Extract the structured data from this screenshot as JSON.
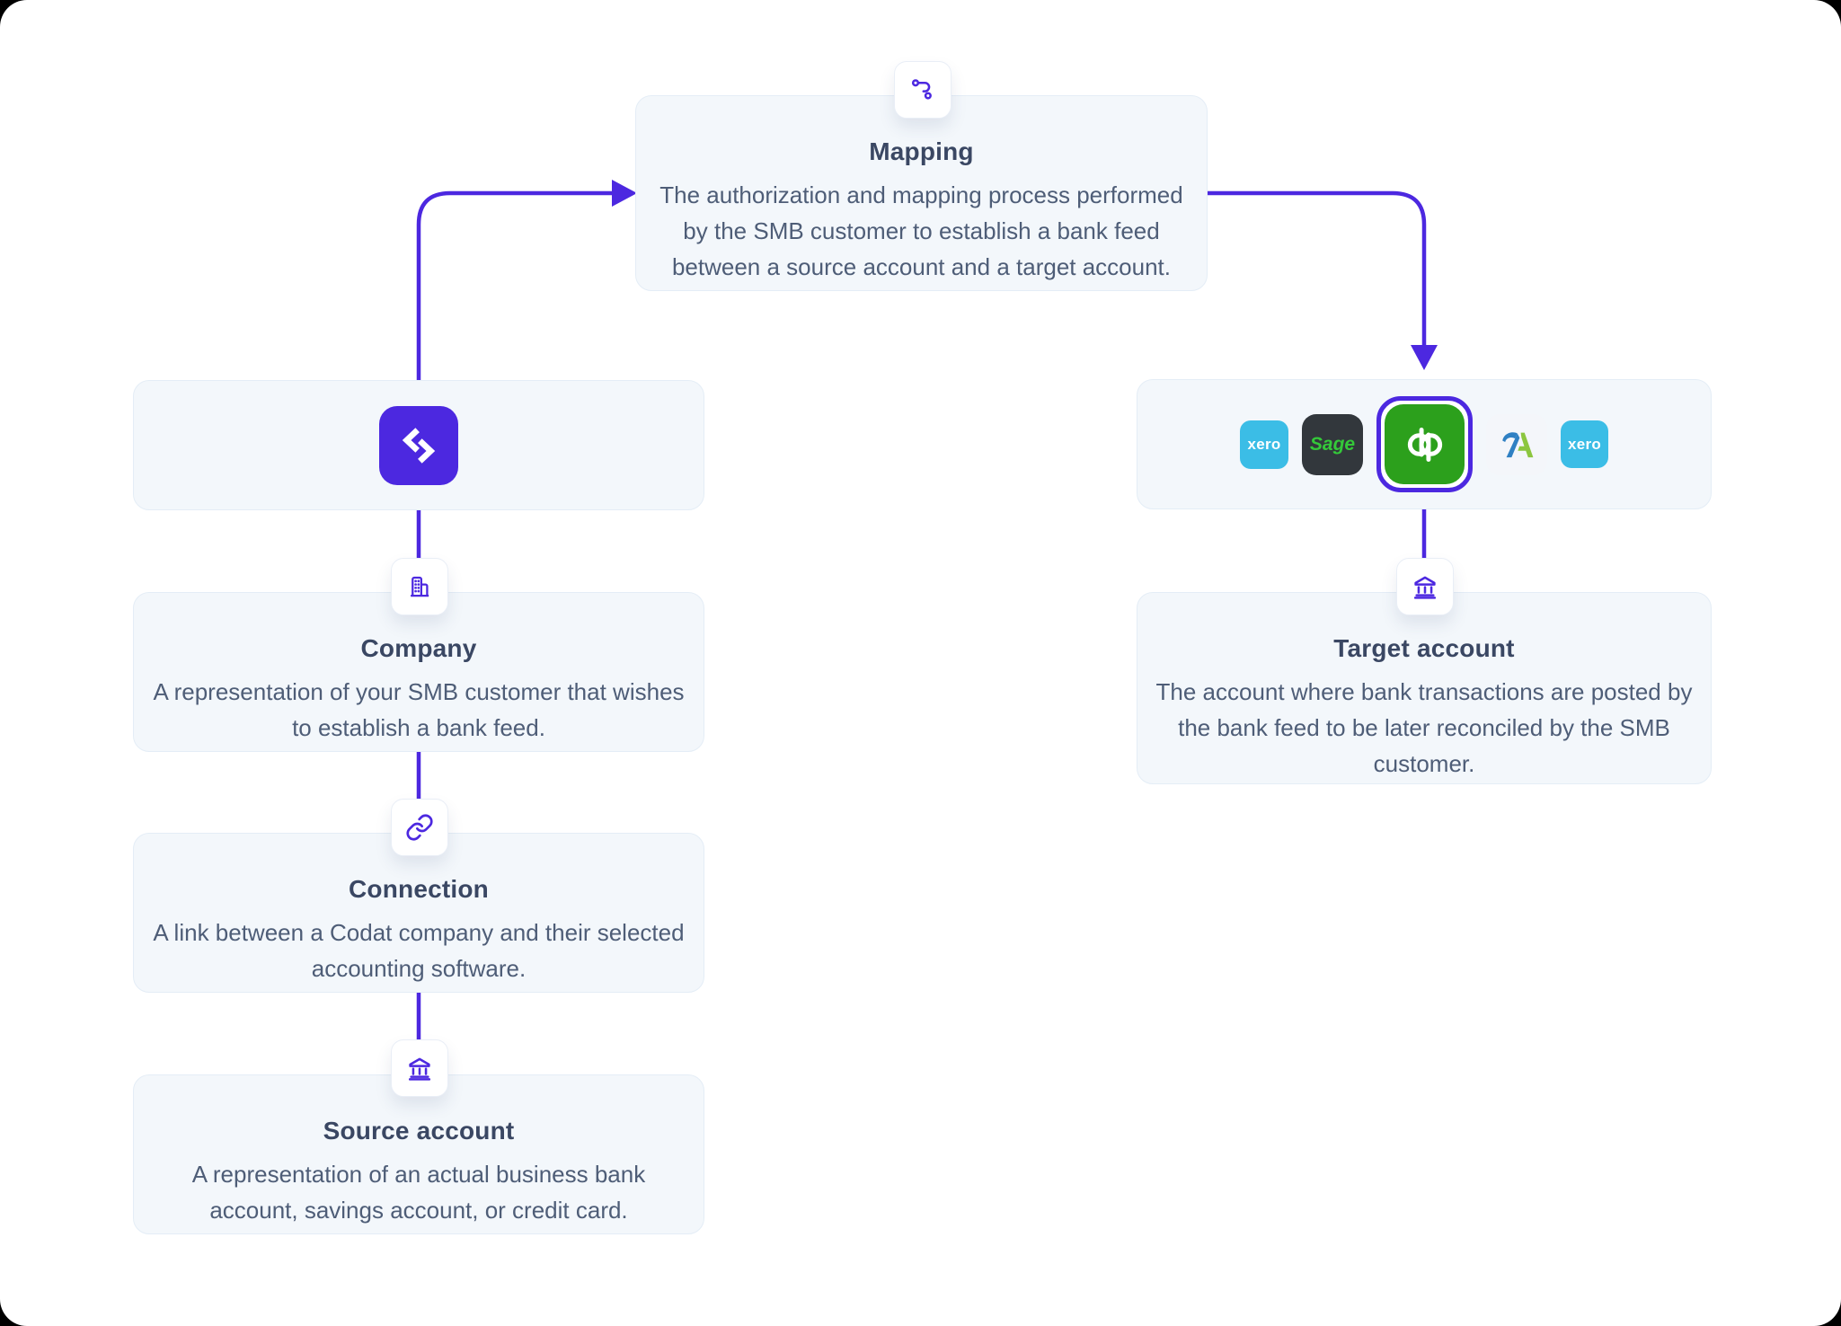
{
  "colors": {
    "accent_purple": "#4c28e0",
    "card_background": "#f3f7fb",
    "card_border": "#e4edf6",
    "title_text": "#3a4763",
    "body_text": "#4e5d77",
    "xero_blue": "#3bbde6",
    "sage_background": "#32373c",
    "sage_green": "#34c939",
    "quickbooks_green": "#2ca01c",
    "freeagent_blue": "#2f80c3",
    "freeagent_green": "#8cc63f"
  },
  "nodes": {
    "mapping": {
      "title": "Mapping",
      "description": "The authorization and mapping process performed by the SMB customer to establish a bank feed between a source account and a target account.",
      "icon": "route-icon"
    },
    "company": {
      "title": "Company",
      "description": "A representation of your SMB customer that wishes to establish a bank feed.",
      "icon": "building-icon"
    },
    "connection": {
      "title": "Connection",
      "description": "A link between a Codat company and their selected accounting software.",
      "icon": "link-icon"
    },
    "source_account": {
      "title": "Source account",
      "description": "A representation of an actual business bank account, savings account, or credit card.",
      "icon": "bank-icon"
    },
    "target_account": {
      "title": "Target account",
      "description": "The account where bank transactions are posted by the bank feed to be later reconciled by the SMB customer.",
      "icon": "bank-icon"
    },
    "codat": {
      "logo": "codat-logo"
    }
  },
  "logos": {
    "items": [
      "xero",
      "sage",
      "quickbooks",
      "freeagent",
      "xero"
    ],
    "selected": "quickbooks",
    "xero_label": "xero",
    "sage_label": "Sage",
    "freeagent_label": "A"
  }
}
